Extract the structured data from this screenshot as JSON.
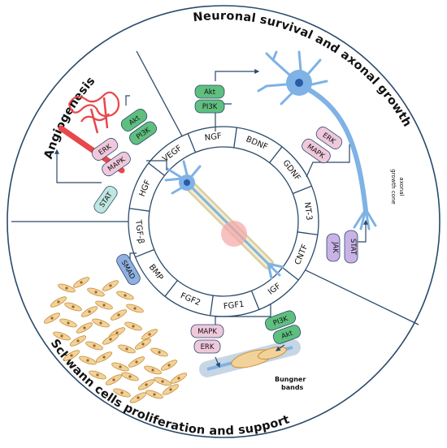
{
  "sections": {
    "neuronal": "Neuronal survival and axonal growth",
    "angiogenesis": "Angiogenesis",
    "schwann": "Schwann cells proliferation and support"
  },
  "growth_factors": [
    "NGF",
    "BDNF",
    "GDNF",
    "NT-3",
    "CNTF",
    "IGF",
    "FGF1",
    "FGF2",
    "BMP",
    "TGF-β",
    "HGF",
    "VEGF"
  ],
  "pathways": {
    "akt_top": "Akt",
    "pi3k_top": "PI3K",
    "erk_right": "ERK",
    "mapk_right": "MAPK",
    "jak": "JAK",
    "stat_right": "STAT",
    "akt_left": "Akt",
    "pi3k_left": "PI3K",
    "erk_left": "ERK",
    "mapk_left": "MAPK",
    "stat_left": "STAT",
    "smad": "SMAD",
    "mapk_bottom": "MAPK",
    "erk_bottom": "ERK",
    "pi3k_bottom": "PI3K",
    "akt_bottom": "Akt"
  },
  "labels": {
    "growth_cone_1": "axonal",
    "growth_cone_2": "growth cone",
    "bungner_1": "Bungner",
    "bungner_2": "bands"
  },
  "colors": {
    "border": "#2a4a6b",
    "green": "#5fbf7f",
    "pink": "#f0c8dc",
    "purple": "#c9b3e6",
    "blue": "#8fb0e0",
    "teal": "#bfe6df",
    "neuron": "#7fb2e5"
  }
}
